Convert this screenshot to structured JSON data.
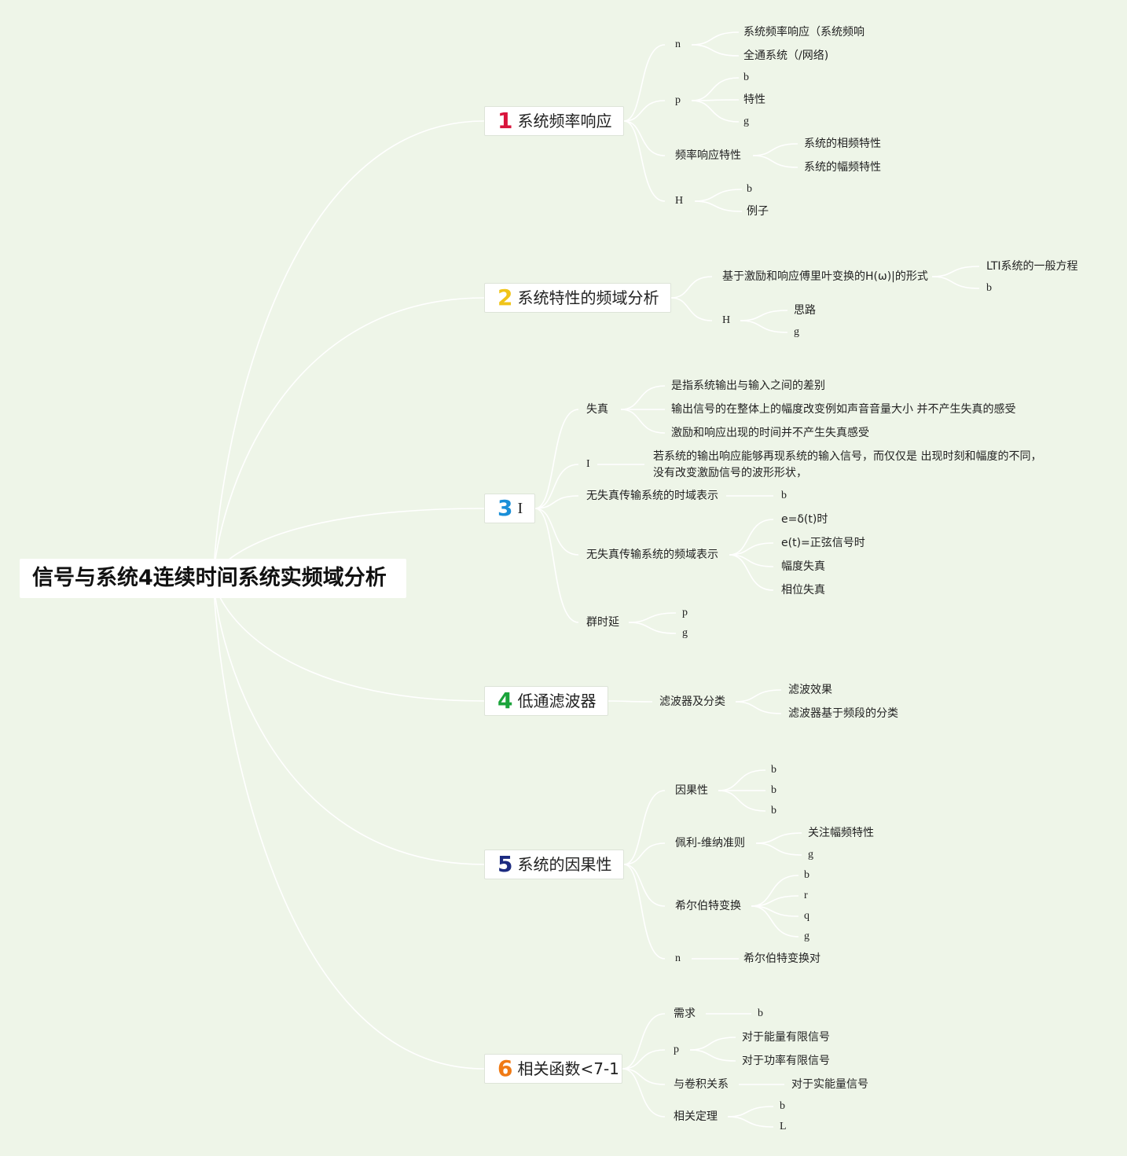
{
  "root": {
    "label": "信号与系统4连续时间系统实频域分析"
  },
  "topics": [
    {
      "number": "1",
      "color": "#d9143c",
      "label": "系统频率响应"
    },
    {
      "number": "2",
      "color": "#f0c419",
      "label": "系统特性的频域分析"
    },
    {
      "number": "3",
      "color": "#1a8fd8",
      "label": "I"
    },
    {
      "number": "4",
      "color": "#1aa33a",
      "label": "低通滤波器"
    },
    {
      "number": "5",
      "color": "#1c2b80",
      "label": "系统的因果性"
    },
    {
      "number": "6",
      "color": "#f07a14",
      "label": "相关函数<7-1"
    }
  ],
  "nodes": {
    "t1_n": "n",
    "t1_n_c1": "系统频率响应（系统频响",
    "t1_n_c2": "全通系统（/网络)",
    "t1_p": "p",
    "t1_p_c1": "b",
    "t1_p_c2": "特性",
    "t1_p_c3": "g",
    "t1_f": "频率响应特性",
    "t1_f_c1": "系统的相频特性",
    "t1_f_c2": "系统的幅频特性",
    "t1_h": "H",
    "t1_h_c1": "b",
    "t1_h_c2": "例子",
    "t2_a": "基于激励和响应傅里叶变换的H(ω)|的形式",
    "t2_a_c1": "LTI系统的一般方程",
    "t2_a_c2": "b",
    "t2_h": "H",
    "t2_h_c1": "思路",
    "t2_h_c2": "g",
    "t3_s": "失真",
    "t3_s_c1": "是指系统输出与输入之间的差别",
    "t3_s_c2": "输出信号的在整体上的幅度改变例如声音音量大小 并不产生失真的感受",
    "t3_s_c3": "激励和响应出现的时间并不产生失真感受",
    "t3_i": "I",
    "t3_i_c1_l1": "若系统的输出响应能够再现系统的输入信号，而仅仅是 出现时刻和幅度的不同，",
    "t3_i_c1_l2": "没有改变激励信号的波形形状，",
    "t3_td": "无失真传输系统的时域表示",
    "t3_td_c1": "b",
    "t3_fd": "无失真传输系统的频域表示",
    "t3_fd_c1": "e=δ(t)时",
    "t3_fd_c2": "e(t)=正弦信号时",
    "t3_fd_c3": "幅度失真",
    "t3_fd_c4": "相位失真",
    "t3_g": "群时延",
    "t3_g_c1": "p",
    "t3_g_c2": "g",
    "t4_a": "滤波器及分类",
    "t4_a_c1": "滤波效果",
    "t4_a_c2": "滤波器基于频段的分类",
    "t5_c": "因果性",
    "t5_c_c1": "b",
    "t5_c_c2": "b",
    "t5_c_c3": "b",
    "t5_p": "佩利-维纳准则",
    "t5_p_c1": "关注幅频特性",
    "t5_p_c2": "g",
    "t5_h": "希尔伯特变换",
    "t5_h_c1": "b",
    "t5_h_c2": "r",
    "t5_h_c3": "q",
    "t5_h_c4": "g",
    "t5_n": "n",
    "t5_n_c1": "希尔伯特变换对",
    "t6_r": "需求",
    "t6_r_c1": "b",
    "t6_p": "p",
    "t6_p_c1": "对于能量有限信号",
    "t6_p_c2": "对于功率有限信号",
    "t6_j": "与卷积关系",
    "t6_j_c1": "对于实能量信号",
    "t6_d": "相关定理",
    "t6_d_c1": "b",
    "t6_d_c2": "L"
  }
}
